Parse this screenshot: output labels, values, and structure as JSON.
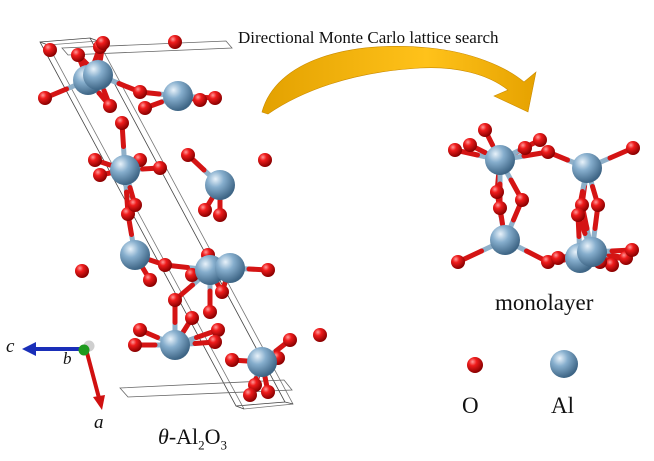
{
  "title": "Directional Monte Carlo lattice search",
  "bulk_label": {
    "prefix": "θ",
    "mid": "-Al",
    "sub1": "2",
    "o": "O",
    "sub2": "3"
  },
  "monolayer_label": "monolayer",
  "legend": {
    "o": "O",
    "al": "Al"
  },
  "axes": {
    "a": "a",
    "b": "b",
    "c": "c"
  },
  "colors": {
    "oxygen": "#e01515",
    "aluminum": "#7fa8c6",
    "arrow": "#f2b100",
    "bond_al": "#8fb0c9"
  }
}
